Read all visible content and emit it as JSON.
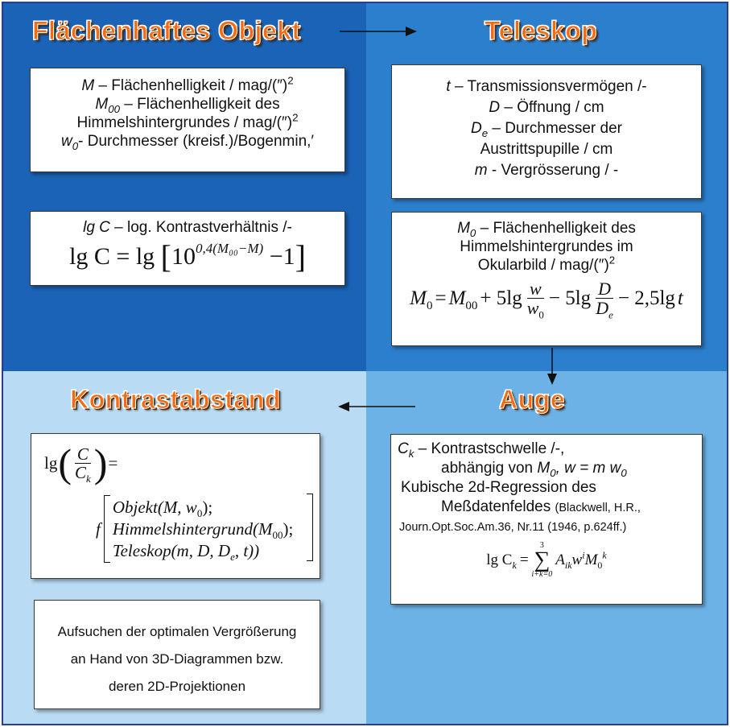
{
  "headings": {
    "object": "Flächenhaftes Objekt",
    "telescope": "Teleskop",
    "contrast": "Kontrastabstand",
    "eye": "Auge"
  },
  "object_params": {
    "l1_sym": "M",
    "l1_text": " – Flächenhelligkeit / mag/(″)",
    "l1_sup": "2",
    "l2_sym": "M",
    "l2_sub": "00",
    "l2_text": " – Flächenhelligkeit des",
    "l3_text": "Himmelshintergrundes / mag/(″)",
    "l3_sup": "2",
    "l4_sym": "w",
    "l4_sub": "0",
    "l4_text": "- Durchmesser (kreisf.)/Bogenmin,′"
  },
  "contrast_ratio": {
    "label_sym": "lg C",
    "label_text": " – log. Kontrastverhältnis /-",
    "f_lhs": "lg C = lg",
    "f_base": "10",
    "f_exp": "0,4(M₀₀−M)",
    "f_minus": "−1"
  },
  "telescope_params": {
    "l1_sym": "t",
    "l1_text": " – Transmissionsvermögen /-",
    "l2_sym": "D",
    "l2_text": " – Öffnung / cm",
    "l3_sym": "D",
    "l3_sub": "e",
    "l3_text": " –  Durchmesser der",
    "l4_text": "Austrittspupille  / cm",
    "l5_sym": "m",
    "l5_text": " - Vergrösserung / -"
  },
  "background_brightness": {
    "l1_sym": "M",
    "l1_sub": "0",
    "l1_text": " – Flächenhelligkeit des",
    "l2_text": "Himmelshintergrundes im",
    "l3_text": "Okularbild / mag/(″)",
    "l3_sup": "2",
    "f_lhs": "M",
    "f_lhs_sub": "0",
    "f_eq": "=",
    "f_m00": "M",
    "f_m00_sub": "00",
    "f_t1": "+ 5lg",
    "f_frac1_num": "w",
    "f_frac1_den": "w",
    "f_frac1_den_sub": "0",
    "f_t2": "− 5lg",
    "f_frac2_num": "D",
    "f_frac2_den": "D",
    "f_frac2_den_sub": "e",
    "f_t3": "− 2,5lg",
    "f_t3_var": "t"
  },
  "eye": {
    "l1_sym": "C",
    "l1_sub": "k",
    "l1_text": " – Kontrastschwelle /-,",
    "l2_text": "abhängig  von ",
    "l2_m0": "M",
    "l2_m0_sub": "0",
    "l2_rest": ", w = m w",
    "l2_rest_sub": "0",
    "l3_text": "Kubische 2d-Regression des",
    "l4_text": "Meßdatenfeldes ",
    "l4_ref": "(Blackwell, H.R.,",
    "l5_text": "Journ.Opt.Soc.Am.36, Nr.11 (1946, p.624ff.)",
    "f_lhs": "lg C",
    "f_lhs_sub": "k",
    "f_eq": "=",
    "f_sum_top": "3",
    "f_sum_bot": "i+k=0",
    "f_rhs": "A",
    "f_rhs_sub": "ik",
    "f_rhs2": "w",
    "f_rhs2_sup": "i",
    "f_rhs3": "M",
    "f_rhs3_sub": "0",
    "f_rhs3_sup": "k"
  },
  "contrast_formula": {
    "lhs_lg": "lg",
    "lhs_num": "C",
    "lhs_den": "C",
    "lhs_den_sub": "k",
    "eq": "=",
    "f": "f",
    "row1": "Objekt(M, w",
    "row1_sub": "0",
    "row1_end": ");",
    "row2": "Himmelshintergrund(M",
    "row2_sub": "00",
    "row2_end": ");",
    "row3": "Teleskop(m, D, D",
    "row3_sub": "e",
    "row3_end": ", t))"
  },
  "optimal": {
    "l1": "Aufsuchen der optimalen Vergrößerung",
    "l2": "an Hand von 3D-Diagrammen bzw.",
    "l3": "deren 2D-Projektionen"
  },
  "colors": {
    "heading": "#f36a12",
    "top_left": "#1a63b6",
    "top_right": "#2c7fcd",
    "bottom_left": "#b9dbf3",
    "bottom_right": "#6cb2e6",
    "frame": "#2a3e8e"
  }
}
